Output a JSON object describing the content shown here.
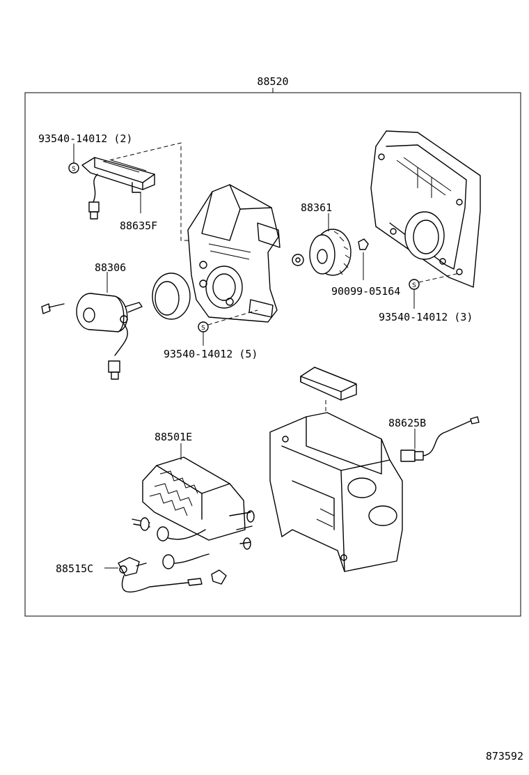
{
  "labels": {
    "assembly": "88520",
    "screw_a": "93540-14012 (2)",
    "resistor": "88635F",
    "fan": "88361",
    "motor": "88306",
    "nut": "90099-05164",
    "screw_b": "93540-14012 (3)",
    "screw_c": "93540-14012 (5)",
    "evaporator": "88501E",
    "wire": "88625B",
    "valve": "88515C",
    "screw_symbol": "S",
    "diagram_id": "873592"
  }
}
